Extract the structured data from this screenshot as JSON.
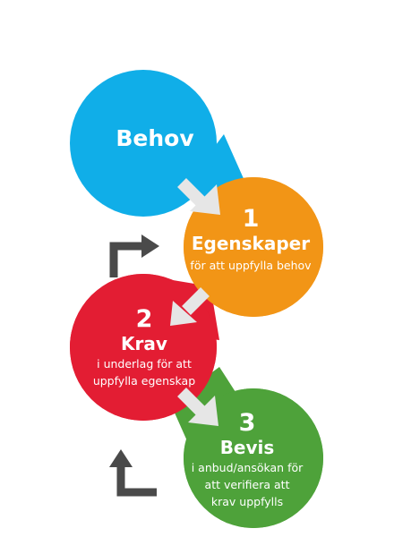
{
  "colors": {
    "behov": "#10aee8",
    "egenskaper": "#f29516",
    "krav": "#e31d33",
    "bevis": "#4ea23a",
    "arrow_light": "#e6e6e6",
    "arrow_dark": "#4a4a4a",
    "text": "#ffffff"
  },
  "nodes": {
    "behov": {
      "title": "Behov"
    },
    "egenskaper": {
      "number": "1",
      "title": "Egenskaper",
      "subtitle": "för att uppfylla behov"
    },
    "krav": {
      "number": "2",
      "title": "Krav",
      "subtitle_line1": "i underlag för att",
      "subtitle_line2": "uppfylla egenskap"
    },
    "bevis": {
      "number": "3",
      "title": "Bevis",
      "subtitle_line1": "i anbud/ansökan för",
      "subtitle_line2": "att verifiera att",
      "subtitle_line3": "krav uppfylls"
    }
  },
  "arrows": {
    "flow": [
      "behov-to-egenskaper",
      "egenskaper-to-krav",
      "krav-to-bevis"
    ],
    "feedback": [
      "krav-back-to-egenskaper",
      "bevis-back-to-krav"
    ]
  }
}
